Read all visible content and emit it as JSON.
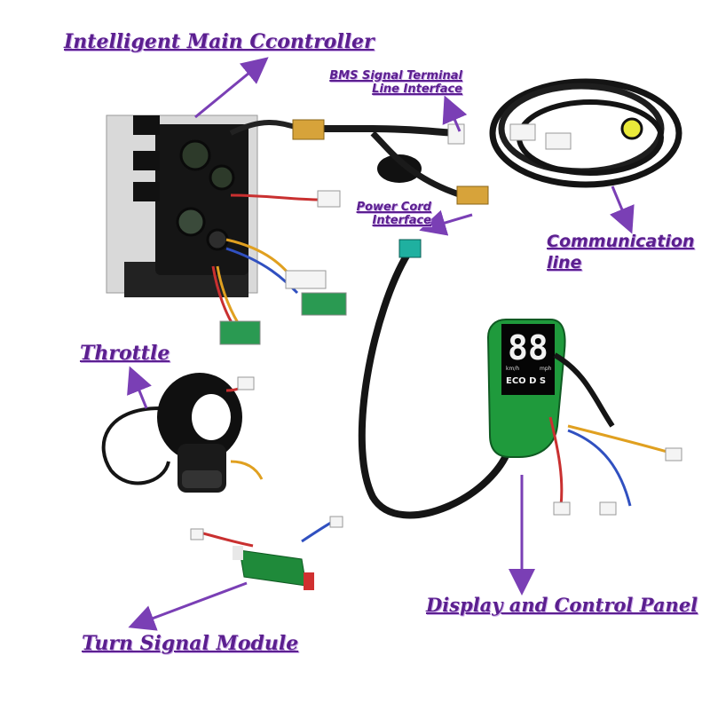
{
  "labels": {
    "controller": "Intelligent Main Ccontroller",
    "bms_line1": "BMS Signal Terminal",
    "bms_line2": "Line Interface",
    "power_line1": "Power Cord",
    "power_line2": "Interface",
    "comm_line1": "Communication",
    "comm_line2": "line",
    "throttle": "Throttle",
    "display_panel": "Display and Control Panel",
    "turn_signal": "Turn Signal Module"
  },
  "display_screen": {
    "speed": "88",
    "mode": "ECO D S",
    "unit_left": "km/h",
    "unit_right": "mph"
  },
  "colors": {
    "label": "#5b1f8f",
    "arrow": "#7a3fb5",
    "pcb_green": "#1f9a3c",
    "cable": "#1a1a1a",
    "connector_gold": "#d7a33a"
  }
}
